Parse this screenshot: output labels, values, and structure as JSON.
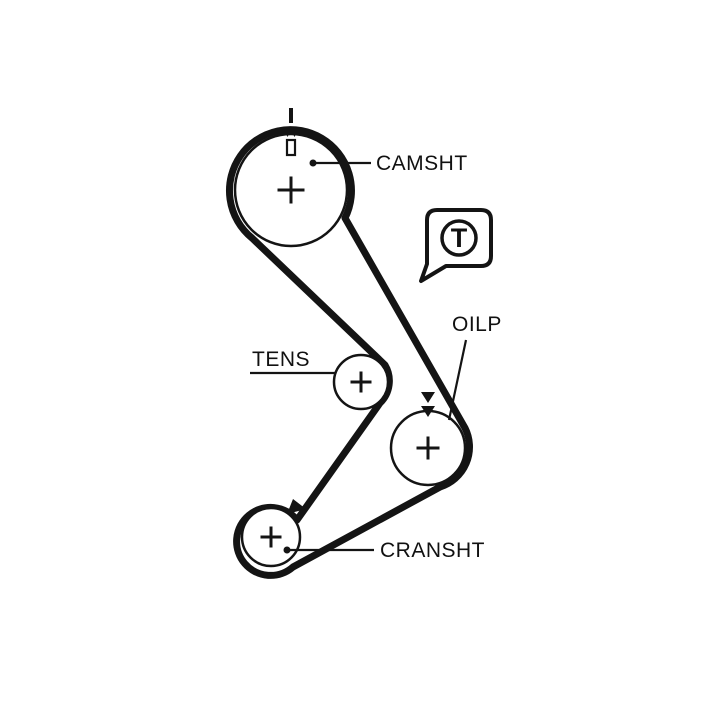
{
  "colors": {
    "ink": "#141414",
    "background": "#ffffff"
  },
  "labels": {
    "camshaft": "CAMSHT",
    "oil_pump": "OILP",
    "tensioner": "TENS",
    "crankshaft": "CRANSHT"
  },
  "badge": {
    "letter": "T"
  }
}
